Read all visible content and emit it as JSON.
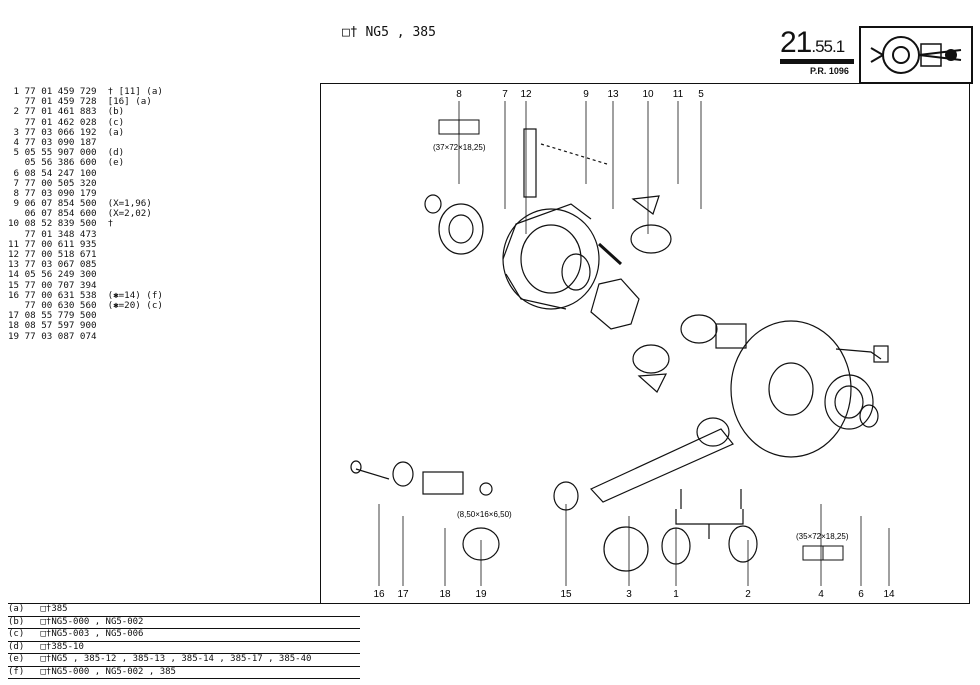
{
  "header": {
    "ref": "NG5 , 385"
  },
  "page": {
    "main": "21",
    "sub": ".55",
    "minor": ".1",
    "pr": "P.R. 1096"
  },
  "parts": [
    {
      "n": "1",
      "ref": "77 01 459 729",
      "note": "† [11] (a)"
    },
    {
      "n": "",
      "ref": "77 01 459 728",
      "note": "[16] (a)"
    },
    {
      "n": "2",
      "ref": "77 01 461 883",
      "note": "(b)"
    },
    {
      "n": "",
      "ref": "77 01 462 028",
      "note": "(c)"
    },
    {
      "n": "3",
      "ref": "77 03 066 192",
      "note": "(a)"
    },
    {
      "n": "4",
      "ref": "77 03 090 187",
      "note": ""
    },
    {
      "n": "5",
      "ref": "05 55 907 000",
      "note": "(d)"
    },
    {
      "n": "",
      "ref": "05 56 386 600",
      "note": "(e)"
    },
    {
      "n": "6",
      "ref": "08 54 247 100",
      "note": ""
    },
    {
      "n": "7",
      "ref": "77 00 505 320",
      "note": ""
    },
    {
      "n": "8",
      "ref": "77 03 090 179",
      "note": ""
    },
    {
      "n": "9",
      "ref": "06 07 854 500",
      "note": "(X=1,96)"
    },
    {
      "n": "",
      "ref": "06 07 854 600",
      "note": "(X=2,02)"
    },
    {
      "n": "10",
      "ref": "08 52 839 500",
      "note": "†"
    },
    {
      "n": "",
      "ref": "77 01 348 473",
      "note": ""
    },
    {
      "n": "11",
      "ref": "77 00 611 935",
      "note": ""
    },
    {
      "n": "12",
      "ref": "77 00 518 671",
      "note": ""
    },
    {
      "n": "13",
      "ref": "77 03 067 085",
      "note": ""
    },
    {
      "n": "14",
      "ref": "05 56 249 300",
      "note": ""
    },
    {
      "n": "15",
      "ref": "77 00 707 394",
      "note": ""
    },
    {
      "n": "16",
      "ref": "77 00 631 538",
      "note": "(✱=14) (f)"
    },
    {
      "n": "",
      "ref": "77 00 630 560",
      "note": "(✱=20) (c)"
    },
    {
      "n": "17",
      "ref": "08 55 779 500",
      "note": ""
    },
    {
      "n": "18",
      "ref": "08 57 597 900",
      "note": ""
    },
    {
      "n": "19",
      "ref": "77 03 087 074",
      "note": ""
    }
  ],
  "diagram": {
    "dim_top": "(37×72×18,25)",
    "dim_right": "(35×72×18,25)",
    "dim_small": "(8,50×16×6,50)",
    "top_labels": [
      "8",
      "7",
      "12",
      "9",
      "13",
      "10",
      "11",
      "5"
    ],
    "bottom_labels": [
      "16",
      "17",
      "18",
      "19",
      "15",
      "3",
      "1",
      "2",
      "4",
      "6",
      "14"
    ]
  },
  "footnotes": [
    {
      "tag": "(a)",
      "text": "385"
    },
    {
      "tag": "(b)",
      "text": "NG5-000 , NG5-002"
    },
    {
      "tag": "(c)",
      "text": "NG5-003 , NG5-006"
    },
    {
      "tag": "(d)",
      "text": "385-10"
    },
    {
      "tag": "(e)",
      "text": "NG5 , 385-12 , 385-13 , 385-14 , 385-17 , 385-40"
    },
    {
      "tag": "(f)",
      "text": "NG5-000 , NG5-002 , 385"
    }
  ]
}
